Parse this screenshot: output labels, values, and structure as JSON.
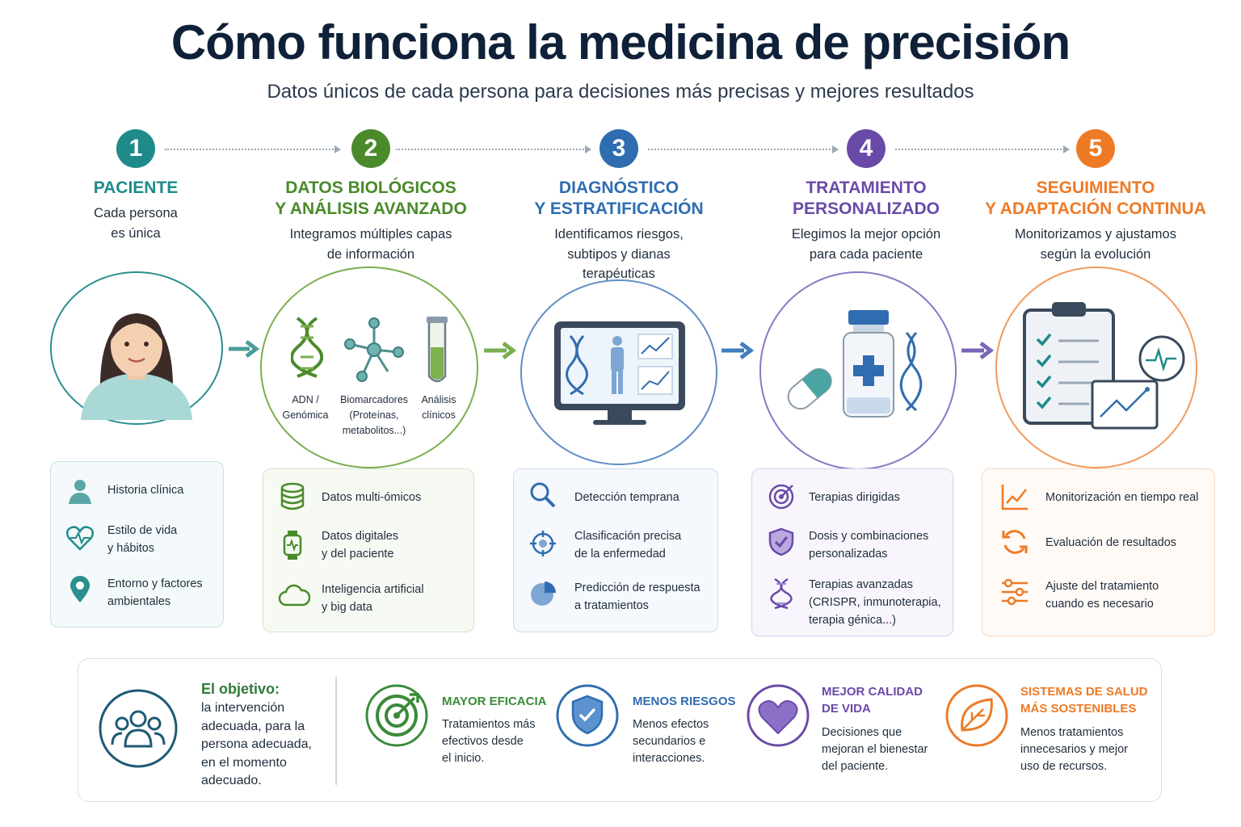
{
  "title": "Cómo funciona la medicina de precisión",
  "subtitle": "Datos únicos de cada persona para decisiones más precisas y mejores resultados",
  "colors": {
    "teal": "#1f8a8a",
    "green": "#4a8a2a",
    "blue": "#2f6db0",
    "purple": "#6a4aa8",
    "orange": "#ee7a26"
  },
  "steps": [
    {
      "number": "1",
      "title_1": "PACIENTE",
      "title_2": "",
      "desc_1": "Cada persona",
      "desc_2": "es única",
      "desc_3": "",
      "icon": "woman-avatar-icon",
      "items": [
        {
          "icon": "person-icon",
          "line1": "Historia clínica",
          "line2": ""
        },
        {
          "icon": "heart-pulse-icon",
          "line1": "Estilo de vida",
          "line2": "y hábitos"
        },
        {
          "icon": "location-pin-icon",
          "line1": "Entorno y factores",
          "line2": "ambientales"
        }
      ]
    },
    {
      "number": "2",
      "title_1": "DATOS BIOLÓGICOS",
      "title_2": "Y ANÁLISIS AVANZADO",
      "desc_1": "Integramos múltiples capas",
      "desc_2": "de información",
      "desc_3": "",
      "labels": [
        {
          "line1": "ADN /",
          "line2": "Genómica",
          "line3": ""
        },
        {
          "line1": "Biomarcadores",
          "line2": "(Proteínas,",
          "line3": "metabolitos...)"
        },
        {
          "line1": "Análisis",
          "line2": "clínicos",
          "line3": ""
        }
      ],
      "items": [
        {
          "icon": "database-icon",
          "line1": "Datos multi-ómicos",
          "line2": ""
        },
        {
          "icon": "smartwatch-icon",
          "line1": "Datos digitales",
          "line2": "y del paciente"
        },
        {
          "icon": "cloud-icon",
          "line1": "Inteligencia artificial",
          "line2": "y big data"
        }
      ]
    },
    {
      "number": "3",
      "title_1": "DIAGNÓSTICO",
      "title_2": "Y ESTRATIFICACIÓN",
      "desc_1": "Identificamos riesgos,",
      "desc_2": "subtipos y dianas",
      "desc_3": "terapéuticas",
      "icon": "monitor-icon",
      "items": [
        {
          "icon": "magnifier-icon",
          "line1": "Detección temprana",
          "line2": ""
        },
        {
          "icon": "crosshair-icon",
          "line1": "Clasificación precisa",
          "line2": "de la enfermedad"
        },
        {
          "icon": "pie-chart-icon",
          "line1": "Predicción de respuesta",
          "line2": "a tratamientos"
        }
      ]
    },
    {
      "number": "4",
      "title_1": "TRATAMIENTO",
      "title_2": "PERSONALIZADO",
      "desc_1": "Elegimos la mejor opción",
      "desc_2": "para cada paciente",
      "desc_3": "",
      "icon": "medicine-vial-icon",
      "items": [
        {
          "icon": "target-icon",
          "line1": "Terapias dirigidas",
          "line2": "",
          "line3": ""
        },
        {
          "icon": "shield-check-icon",
          "line1": "Dosis y combinaciones",
          "line2": "personalizadas",
          "line3": ""
        },
        {
          "icon": "dna-icon",
          "line1": "Terapias avanzadas",
          "line2": "(CRISPR, inmunoterapia,",
          "line3": "terapia génica...)"
        }
      ]
    },
    {
      "number": "5",
      "title_1": "SEGUIMIENTO",
      "title_2": "Y ADAPTACIÓN CONTINUA",
      "desc_1": "Monitorizamos y ajustamos",
      "desc_2": "según la evolución",
      "desc_3": "",
      "icon": "clipboard-icon",
      "items": [
        {
          "icon": "line-chart-icon",
          "line1": "Monitorización en tiempo real",
          "line2": ""
        },
        {
          "icon": "refresh-icon",
          "line1": "Evaluación de resultados",
          "line2": ""
        },
        {
          "icon": "sliders-icon",
          "line1": "Ajuste del tratamiento",
          "line2": "cuando es necesario"
        }
      ]
    }
  ],
  "objective": {
    "title": "El objetivo:",
    "line1": "la intervención",
    "line2": "adecuada, para la",
    "line3": "persona adecuada,",
    "line4": "en el momento",
    "line5": "adecuado."
  },
  "benefits": [
    {
      "icon": "target-arrow-icon",
      "title_1": "MAYOR EFICACIA",
      "title_2": "",
      "desc_1": "Tratamientos más",
      "desc_2": "efectivos desde",
      "desc_3": "el inicio."
    },
    {
      "icon": "shield-icon",
      "title_1": "MENOS RIESGOS",
      "title_2": "",
      "desc_1": "Menos efectos",
      "desc_2": "secundarios e",
      "desc_3": "interacciones."
    },
    {
      "icon": "heart-icon",
      "title_1": "MEJOR CALIDAD",
      "title_2": "DE VIDA",
      "desc_1": "Decisiones que",
      "desc_2": "mejoran el bienestar",
      "desc_3": "del paciente."
    },
    {
      "icon": "leaf-icon",
      "title_1": "SISTEMAS DE SALUD",
      "title_2": "MÁS SOSTENIBLES",
      "desc_1": "Menos tratamientos",
      "desc_2": "innecesarios y mejor",
      "desc_3": "uso de recursos."
    }
  ]
}
